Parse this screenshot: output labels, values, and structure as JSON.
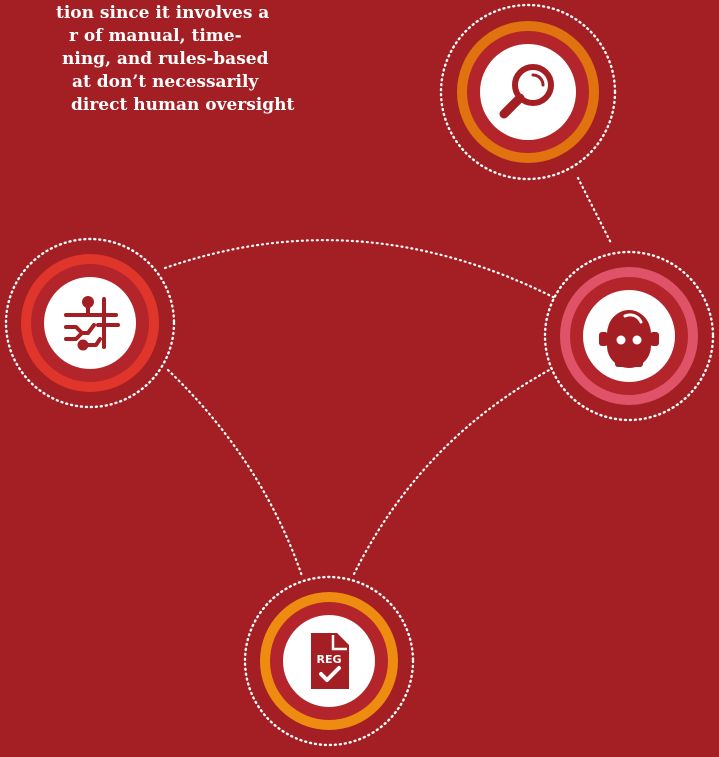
{
  "intro": {
    "lines": [
      "tion since it involves a",
      "r of manual, time-",
      "ning, and rules-based",
      "at don’t necessarily",
      " direct human oversight"
    ]
  },
  "nodes": {
    "search": {
      "icon": "magnifying-glass-icon",
      "color": "#e0720f"
    },
    "circuit": {
      "icon": "circuit-icon",
      "color": "#e0352a"
    },
    "robot": {
      "icon": "robot-icon",
      "color": "#e05268"
    },
    "regulation": {
      "icon": "reg-document-icon",
      "color": "#ee8c12",
      "badge": "REG"
    }
  },
  "colors": {
    "background": "#a31f24",
    "ring_inner": "#b3242b",
    "dots": "#ffffff"
  }
}
